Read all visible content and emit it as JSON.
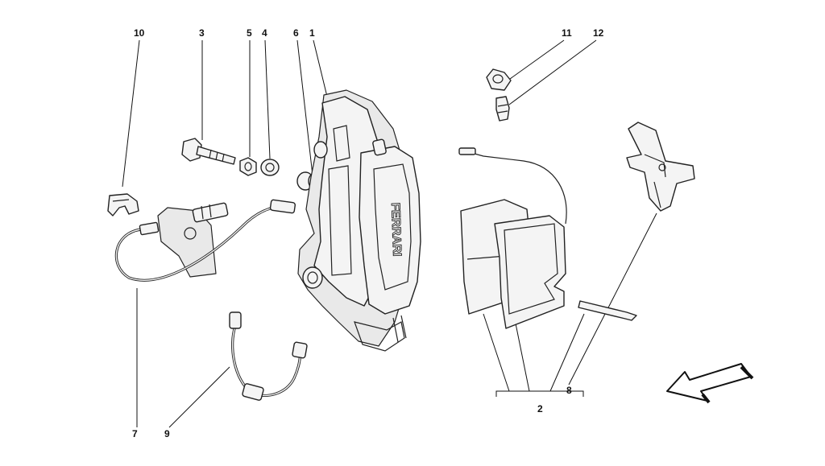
{
  "callouts": {
    "c1": "1",
    "c2": "2",
    "c3": "3",
    "c4": "4",
    "c5": "5",
    "c6": "6",
    "c7": "7",
    "c8": "8",
    "c9": "9",
    "c10": "10",
    "c11": "11",
    "c12": "12"
  },
  "caliper_text": "FERRARI"
}
